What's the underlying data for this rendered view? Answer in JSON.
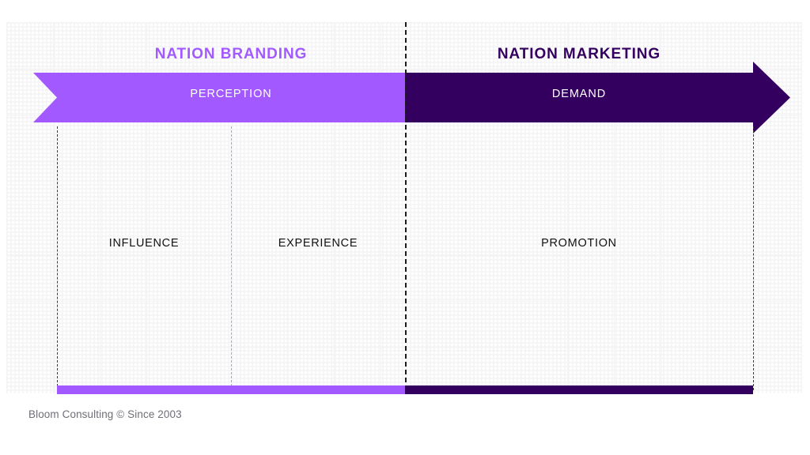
{
  "diagram": {
    "title_left": "NATION BRANDING",
    "title_right": "NATION MARKETING",
    "band_left_label": "PERCEPTION",
    "band_right_label": "DEMAND",
    "zones": [
      {
        "label": "INFLUENCE"
      },
      {
        "label": "EXPERIENCE"
      },
      {
        "label": "PROMOTION"
      }
    ],
    "colors": {
      "light_purple": "#a259ff",
      "dark_purple": "#340060",
      "grid_line": "#f1f1f3",
      "divider_dark": "#1c1c1c",
      "divider_gray": "#a9a9b4",
      "zone_text": "#111111",
      "footer_text": "#6e6e78",
      "band_text": "#ffffff",
      "background": "#ffffff"
    }
  },
  "footer": {
    "credit": "Bloom Consulting © Since 2003"
  }
}
